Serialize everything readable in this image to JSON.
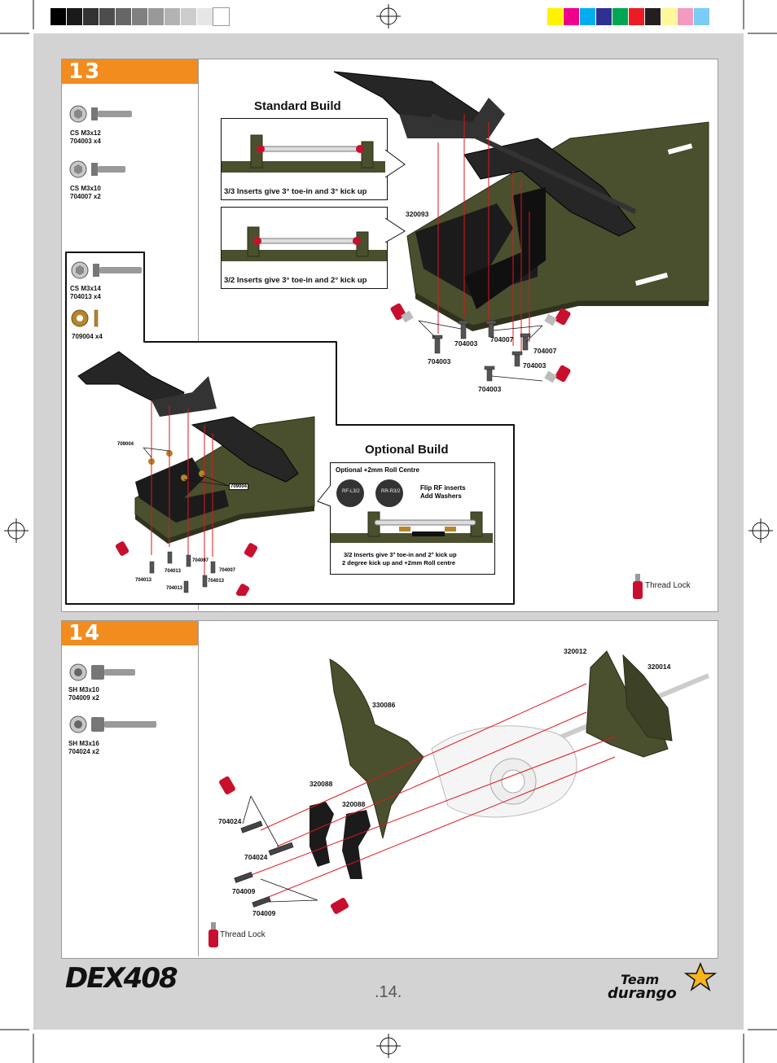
{
  "colors": {
    "gray_ramp": [
      "#000000",
      "#1a1a1a",
      "#333333",
      "#4d4d4d",
      "#666666",
      "#808080",
      "#999999",
      "#b3b3b3",
      "#cccccc",
      "#e6e6e6",
      "#ffffff"
    ],
    "process": [
      "#fff200",
      "#ec008c",
      "#00aeef",
      "#2e3192",
      "#00a651",
      "#ed1c24",
      "#231f20",
      "#fff799",
      "#f49ac1",
      "#7accf4"
    ],
    "step_orange": "#f28c1e",
    "chassis_green": "#4a4f2e",
    "thread_lock_red": "#c8102e"
  },
  "step13": {
    "number": "13",
    "parts": [
      {
        "name": "CS M3x12",
        "code": "704003  x4"
      },
      {
        "name": "CS M3x10",
        "code": "704007  x2"
      }
    ],
    "optional_parts": [
      {
        "name": "CS M3x14",
        "code": "704013  x4"
      },
      {
        "name": "709004 x4",
        "code": ""
      }
    ],
    "standard_title": "Standard Build",
    "standard_caption_1": "3/3 Inserts give 3° toe-in and 3° kick up",
    "standard_caption_2": "3/2 Inserts give 3° toe-in and 2° kick up",
    "optional_title": "Optional Build",
    "optional_heading": "Optional +2mm Roll Centre",
    "insert_left": "RF-L3/2",
    "insert_right": "RR-R3/2",
    "flip_note_1": "Flip RF inserts",
    "flip_note_2": "Add Washers",
    "optional_caption_1": "3/2 Inserts give 3° toe-in and 2° kick up",
    "optional_caption_2": "2 degree kick up and +2mm Roll centre",
    "callouts": {
      "c320093": "320093",
      "a704003": "704003",
      "b704003": "704003",
      "c704003": "704003",
      "d704003": "704003",
      "a704007": "704007",
      "b704007": "704007",
      "o709004": "709004",
      "o709004b": "709004",
      "o704013a": "704013",
      "o704013b": "704013",
      "o704013c": "704013",
      "o704013d": "704013",
      "o704007a": "704007",
      "o704007b": "704007"
    },
    "thread_lock": "Thread Lock"
  },
  "step14": {
    "number": "14",
    "parts": [
      {
        "name": "SH  M3x10",
        "code": "704009  x2"
      },
      {
        "name": "SH M3x16",
        "code": "704024  x2"
      }
    ],
    "callouts": {
      "c320012": "320012",
      "c320014": "320014",
      "c330086": "330086",
      "c320088a": "320088",
      "c320088b": "320088",
      "c704024a": "704024",
      "c704024b": "704024",
      "c704009a": "704009",
      "c704009b": "704009"
    },
    "thread_lock": "Thread Lock"
  },
  "footer": {
    "logo": "DEX408",
    "page": ".14.",
    "brand_line1": "Team",
    "brand_line2": "durango"
  }
}
